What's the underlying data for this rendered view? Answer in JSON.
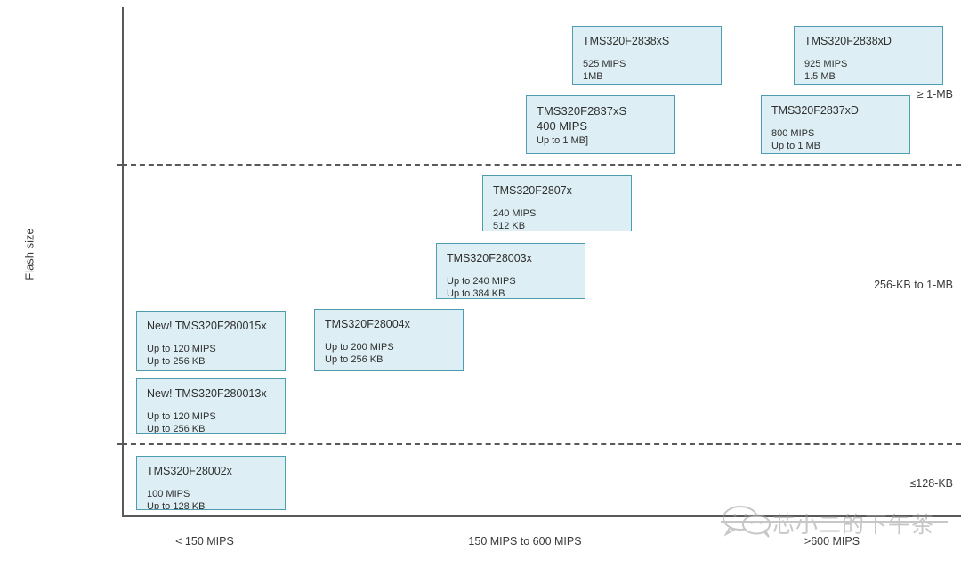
{
  "chart_data": {
    "type": "scatter",
    "title": "",
    "xlabel": "",
    "ylabel": "Flash size",
    "x_categories": [
      "< 150 MIPS",
      "150 MIPS to 600 MIPS",
      ">600 MIPS"
    ],
    "y_categories": [
      "≥ 1-MB",
      "256-KB to 1-MB",
      "≤128-KB"
    ],
    "grid": false,
    "legend": "none",
    "series": [
      {
        "name": "TMS320F2838xS",
        "x_band": ">600 MIPS",
        "y_band": "≥ 1-MB",
        "mips": 525,
        "flash": "1MB",
        "label_title": "TMS320F2838xS",
        "label_lines": [
          "525 MIPS",
          "1MB"
        ]
      },
      {
        "name": "TMS320F2838xD",
        "x_band": ">600 MIPS",
        "y_band": "≥ 1-MB",
        "mips": 925,
        "flash": "1.5 MB",
        "label_title": "TMS320F2838xD",
        "label_lines": [
          "925 MIPS",
          "1.5 MB"
        ]
      },
      {
        "name": "TMS320F2837xS",
        "x_band": "150 MIPS to 600 MIPS",
        "y_band": "≥ 1-MB",
        "mips": 400,
        "flash": "Up to 1 MB]",
        "label_title": "TMS320F2837xS",
        "label_lines": [
          "400 MIPS",
          "Up to 1 MB]"
        ]
      },
      {
        "name": "TMS320F2837xD",
        "x_band": ">600 MIPS",
        "y_band": "≥ 1-MB",
        "mips": 800,
        "flash": "Up to 1 MB",
        "label_title": "TMS320F2837xD",
        "label_lines": [
          "800 MIPS",
          "Up to 1 MB"
        ]
      },
      {
        "name": "TMS320F2807x",
        "x_band": "150 MIPS to 600 MIPS",
        "y_band": "256-KB to 1-MB",
        "mips": 240,
        "flash": "512 KB",
        "label_title": "TMS320F2807x",
        "label_lines": [
          "240 MIPS",
          "512 KB"
        ]
      },
      {
        "name": "TMS320F28003x",
        "x_band": "150 MIPS to 600 MIPS",
        "y_band": "256-KB to 1-MB",
        "mips": 240,
        "flash": "Up to 384 KB",
        "label_title": "TMS320F28003x",
        "label_lines": [
          "Up to 240 MIPS",
          "Up to 384 KB"
        ]
      },
      {
        "name": "New! TMS320F280015x",
        "x_band": "< 150 MIPS",
        "y_band": "256-KB to 1-MB",
        "mips": 120,
        "flash": "Up to 256 KB",
        "label_title": "New! TMS320F280015x",
        "label_lines": [
          "Up to 120 MIPS",
          "Up to 256 KB"
        ]
      },
      {
        "name": "TMS320F28004x",
        "x_band": "< 150 MIPS",
        "y_band": "256-KB to 1-MB",
        "mips": 200,
        "flash": "Up to 256 KB",
        "label_title": "TMS320F28004x",
        "label_lines": [
          "Up to 200 MIPS",
          "Up to 256 KB"
        ]
      },
      {
        "name": "New! TMS320F280013x",
        "x_band": "< 150 MIPS",
        "y_band": "256-KB to 1-MB",
        "mips": 120,
        "flash": "Up to 256 KB",
        "label_title": "New! TMS320F280013x",
        "label_lines": [
          "Up to 120 MIPS",
          "Up to 256 KB"
        ]
      },
      {
        "name": "TMS320F28002x",
        "x_band": "< 150 MIPS",
        "y_band": "≤128-KB",
        "mips": 100,
        "flash": "Up to 128 KB",
        "label_title": "TMS320F28002x",
        "label_lines": [
          "100 MIPS",
          "Up to 128 KB"
        ]
      }
    ]
  },
  "axes": {
    "y_title": "Flash size",
    "y_ticks": [
      {
        "label": "≥ 1-MB"
      },
      {
        "label": "256-KB to 1-MB"
      },
      {
        "label": "≤128-KB"
      }
    ],
    "x_ticks": [
      {
        "label": "< 150 MIPS"
      },
      {
        "label": "150 MIPS to 600 MIPS"
      },
      {
        "label": ">600 MIPS"
      }
    ]
  },
  "boxes": {
    "f2838xs": {
      "title": "TMS320F2838xS",
      "line1": "525 MIPS",
      "line2": "1MB"
    },
    "f2838xd": {
      "title": "TMS320F2838xD",
      "line1": "925 MIPS",
      "line2": "1.5 MB"
    },
    "f2837xs": {
      "title": "TMS320F2837xS",
      "line1": "400 MIPS",
      "line2": "Up to 1 MB]"
    },
    "f2837xd": {
      "title": "TMS320F2837xD",
      "line1": "800 MIPS",
      "line2": "Up to 1 MB"
    },
    "f2807x": {
      "title": "TMS320F2807x",
      "line1": "240 MIPS",
      "line2": "512 KB"
    },
    "f28003x": {
      "title": "TMS320F28003x",
      "line1": "Up to 240 MIPS",
      "line2": "Up to 384 KB"
    },
    "f280015x": {
      "title": "New! TMS320F280015x",
      "line1": "Up to 120 MIPS",
      "line2": "Up to 256 KB"
    },
    "f28004x": {
      "title": "TMS320F28004x",
      "line1": "Up to 200 MIPS",
      "line2": "Up to 256 KB"
    },
    "f280013x": {
      "title": "New! TMS320F280013x",
      "line1": "Up to 120 MIPS",
      "line2": "Up to 256 KB"
    },
    "f28002x": {
      "title": "TMS320F28002x",
      "line1": "100 MIPS",
      "line2": "Up to 128 KB"
    }
  },
  "watermark": {
    "text": "芯小二的下午茶"
  },
  "colors": {
    "box_fill": "#ddeff4",
    "box_border": "#4e9cb0",
    "axis": "#58595b",
    "text": "#2f2f2f",
    "watermark": "#9a9a9a"
  }
}
